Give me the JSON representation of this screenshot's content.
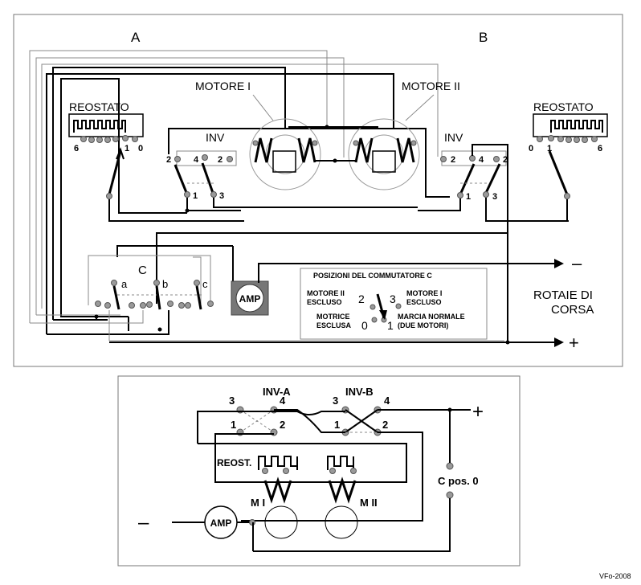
{
  "labels": {
    "side_a": "A",
    "side_b": "B",
    "motor_1": "MOTORE I",
    "motor_2": "MOTORE II",
    "rheostat_left": "REOSTATO",
    "rheostat_right": "REOSTATO",
    "inv_left": "INV",
    "inv_right": "INV",
    "commutator": "C",
    "amp": "AMP",
    "rails_line1": "ROTAIE DI",
    "rails_line2": "CORSA",
    "minus": "–",
    "plus": "+",
    "credit": "VFo-2008"
  },
  "rheostat_terminals": {
    "six": "6",
    "one": "1",
    "zero": "0"
  },
  "inv_terminals": {
    "one": "1",
    "two": "2",
    "three": "3",
    "four": "4"
  },
  "commutator_positions": {
    "a": "a",
    "b": "b",
    "c": "c"
  },
  "legend": {
    "title": "POSIZIONI DEL COMMUTATORE C",
    "pos2_line1": "MOTORE II",
    "pos2_line2": "ESCLUSO",
    "pos3_line1": "MOTORE I",
    "pos3_line2": "ESCLUSO",
    "pos0_line1": "MOTRICE",
    "pos0_line2": "ESCLUSA",
    "pos1_line1": "MARCIA NORMALE",
    "pos1_line2": "(DUE MOTORI)",
    "n0": "0",
    "n1": "1",
    "n2": "2",
    "n3": "3"
  },
  "schematic": {
    "inv_a": "INV-A",
    "inv_b": "INV-B",
    "reost": "REOST.",
    "m1": "M I",
    "m2": "M II",
    "c_pos": "C pos. 0",
    "amp": "AMP",
    "plus": "+",
    "minus": "–",
    "n1": "1",
    "n2": "2",
    "n3": "3",
    "n4": "4"
  }
}
